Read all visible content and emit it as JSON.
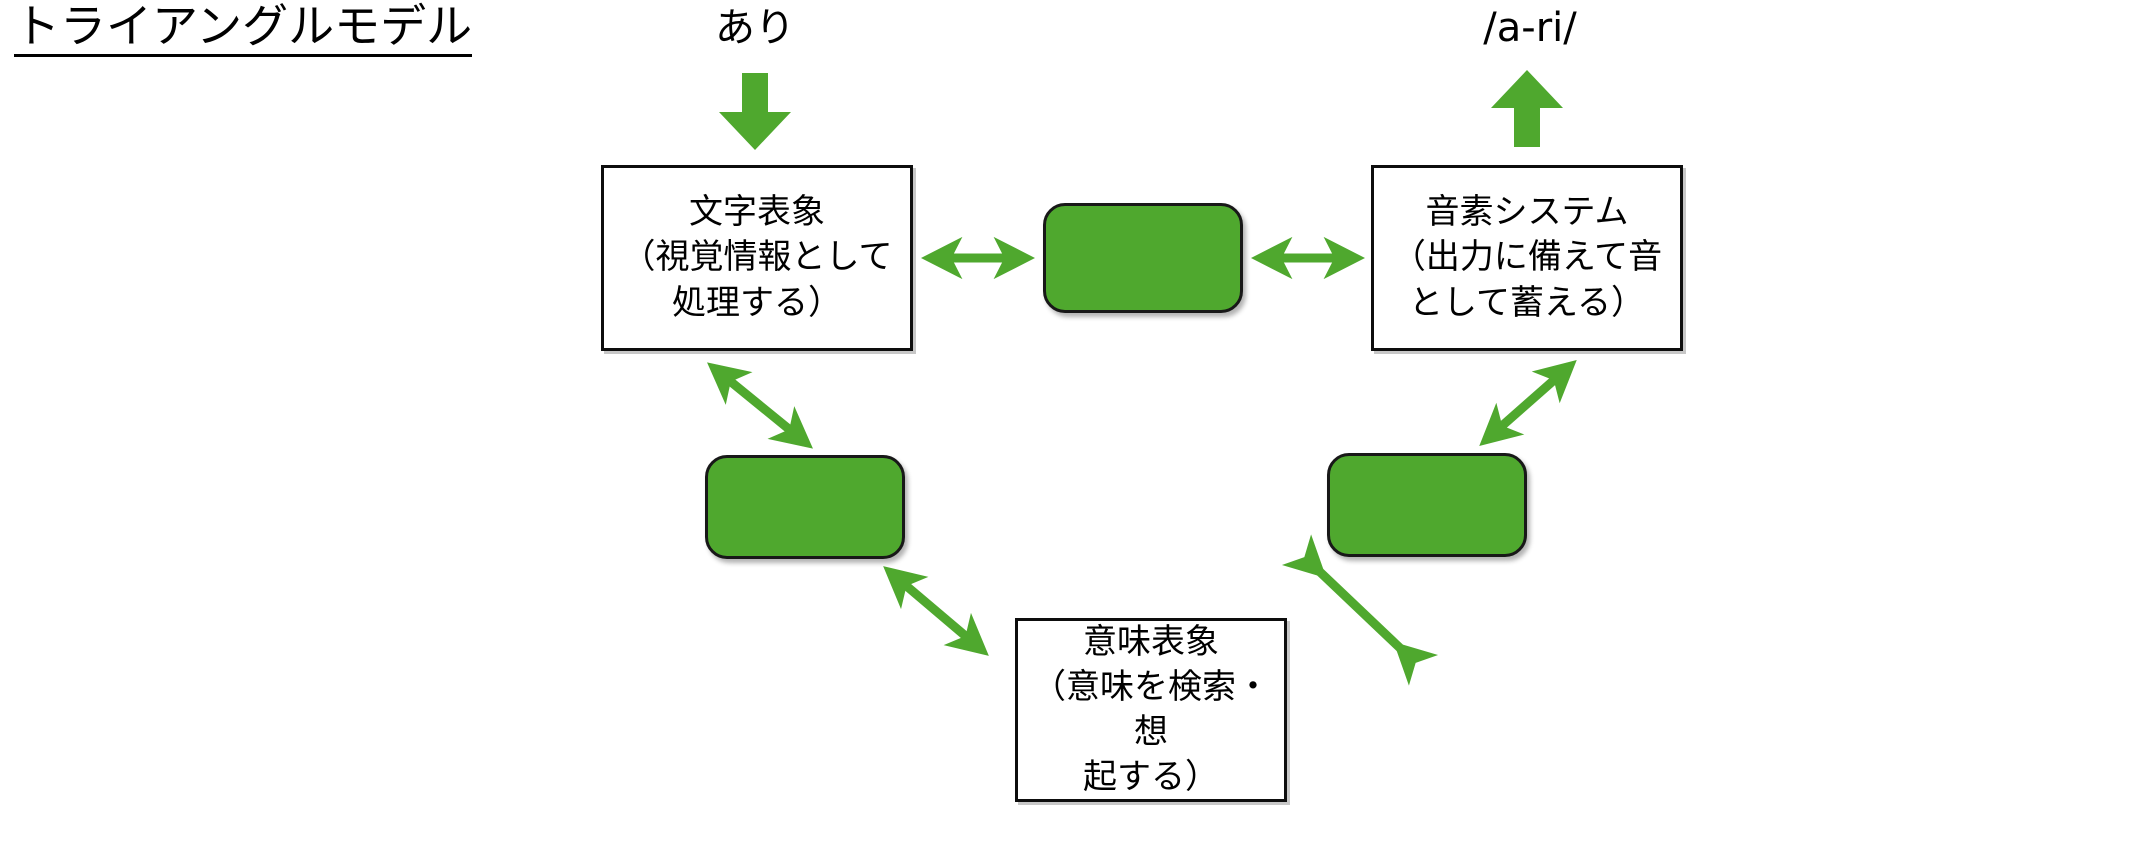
{
  "title": "トライアングルモデル",
  "theme": {
    "green": "#4FA82E",
    "outline": "#0d0d0d",
    "background": "#ffffff"
  },
  "labels": {
    "input": "あり",
    "output": "/a-ri/"
  },
  "boxes": {
    "orthography": {
      "heading": "文字表象",
      "detail": "（視覚情報として\n処理する）",
      "text": "文字表象\n（視覚情報として\n処理する）"
    },
    "phonology": {
      "heading": "音素システム",
      "detail": "（出力に備えて音\nとして蓄える）",
      "text": "音素システム\n（出力に備えて音\nとして蓄える）"
    },
    "semantics": {
      "heading": "意味表象",
      "detail": "（意味を検索・想\n起する）",
      "text": "意味表象\n（意味を検索・想\n起する）"
    }
  },
  "hidden_units": {
    "top": "",
    "left": "",
    "right": ""
  },
  "arrows": {
    "input_down": "down-arrow",
    "output_up": "up-arrow",
    "ortho_to_hidden_top": "double-arrow-horizontal",
    "hidden_top_to_phono": "double-arrow-horizontal",
    "ortho_to_hidden_left": "double-arrow-diagonal",
    "hidden_left_to_sem": "double-arrow-diagonal",
    "sem_to_hidden_right": "double-arrow-diagonal",
    "hidden_right_to_phono": "double-arrow-diagonal"
  }
}
